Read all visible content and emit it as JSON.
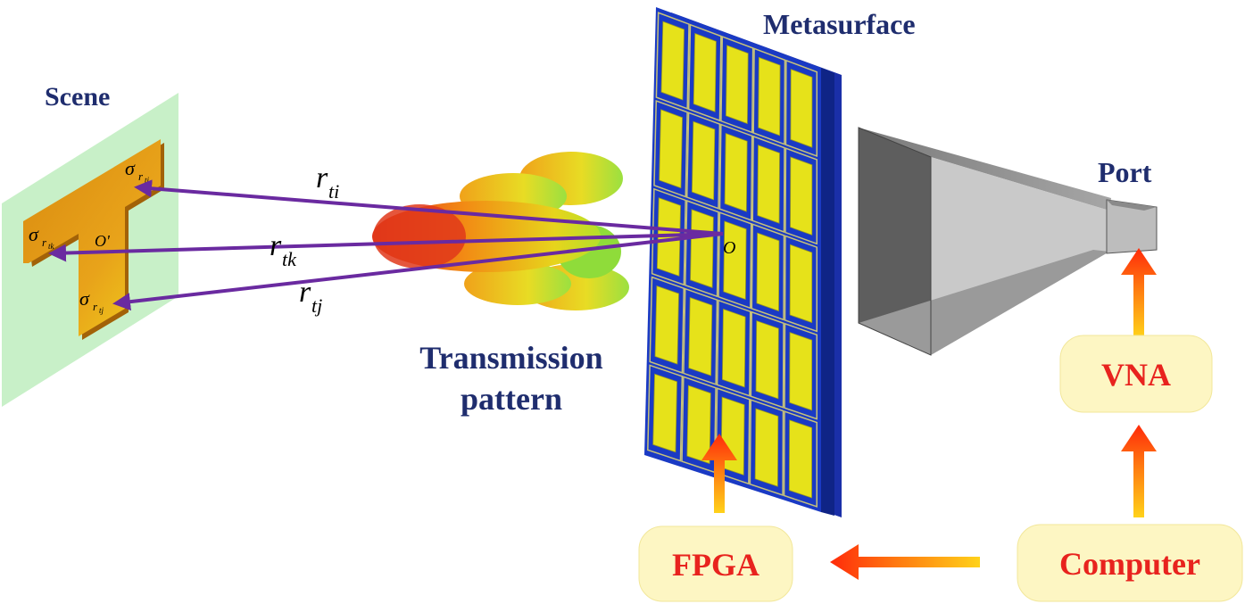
{
  "labels": {
    "scene": "Scene",
    "metasurface": "Metasurface",
    "port": "Port",
    "transmission_line1": "Transmission",
    "transmission_line2": "pattern",
    "vna": "VNA",
    "fpga": "FPGA",
    "computer": "Computer"
  },
  "math": {
    "sigma": "σ",
    "sub_r": "r",
    "sub_ti": "ti",
    "sub_tk": "tk",
    "sub_tj": "tj",
    "r_ti_base": "r",
    "r_ti_sub": "ti",
    "r_tk_base": "r",
    "r_tk_sub": "tk",
    "r_tj_base": "r",
    "r_tj_sub": "tj",
    "origin": "O",
    "origin_prime": "O'"
  },
  "colors": {
    "navy": "#1f2d6e",
    "red": "#e8231e",
    "box_fill": "#fdf6c3",
    "purple": "#6a2aa0",
    "meta_blue": "#1530b8",
    "meta_cell": "#e6e21a",
    "scene_green": "#c8f0c8"
  }
}
